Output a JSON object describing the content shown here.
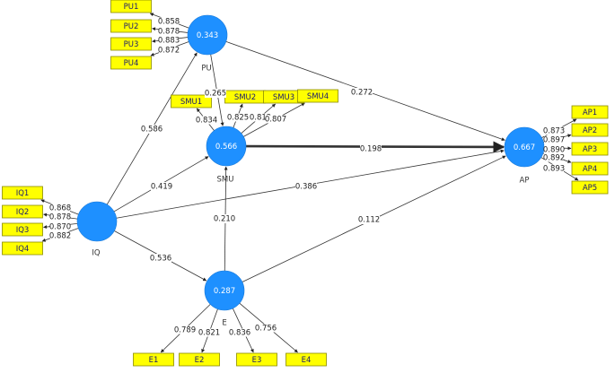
{
  "colors": {
    "latent_fill": "#1e90ff",
    "indicator_fill": "#ffff00",
    "indicator_border": "#8a8a00",
    "line": "#333333",
    "text": "#222222"
  },
  "latents": [
    {
      "id": "PU",
      "label": "PU",
      "value": "0.343"
    },
    {
      "id": "SMU",
      "label": "SMU",
      "value": "0.566"
    },
    {
      "id": "AP",
      "label": "AP",
      "value": "0.667"
    },
    {
      "id": "IQ",
      "label": "IQ",
      "value": ""
    },
    {
      "id": "E",
      "label": "E",
      "value": "0.287"
    }
  ],
  "indicators": [
    {
      "id": "PU1",
      "label": "PU1",
      "latent": "PU",
      "loading": "0.858"
    },
    {
      "id": "PU2",
      "label": "PU2",
      "latent": "PU",
      "loading": "0.878"
    },
    {
      "id": "PU3",
      "label": "PU3",
      "latent": "PU",
      "loading": "0.883"
    },
    {
      "id": "PU4",
      "label": "PU4",
      "latent": "PU",
      "loading": "0.872"
    },
    {
      "id": "SMU1",
      "label": "SMU1",
      "latent": "SMU",
      "loading": "0.834"
    },
    {
      "id": "SMU2",
      "label": "SMU2",
      "latent": "SMU",
      "loading": "0.825"
    },
    {
      "id": "SMU3",
      "label": "SMU3",
      "latent": "SMU",
      "loading": "0.812"
    },
    {
      "id": "SMU4",
      "label": "SMU4",
      "latent": "SMU",
      "loading": "0.807"
    },
    {
      "id": "AP1",
      "label": "AP1",
      "latent": "AP",
      "loading": "0.873"
    },
    {
      "id": "AP2",
      "label": "AP2",
      "latent": "AP",
      "loading": "0.897"
    },
    {
      "id": "AP3",
      "label": "AP3",
      "latent": "AP",
      "loading": "0.890"
    },
    {
      "id": "AP4",
      "label": "AP4",
      "latent": "AP",
      "loading": "0.892"
    },
    {
      "id": "AP5",
      "label": "AP5",
      "latent": "AP",
      "loading": "0.893"
    },
    {
      "id": "IQ1",
      "label": "IQ1",
      "latent": "IQ",
      "loading": "0.868"
    },
    {
      "id": "IQ2",
      "label": "IQ2",
      "latent": "IQ",
      "loading": "0.878"
    },
    {
      "id": "IQ3",
      "label": "IQ3",
      "latent": "IQ",
      "loading": "0.870"
    },
    {
      "id": "IQ4",
      "label": "IQ4",
      "latent": "IQ",
      "loading": "0.882"
    },
    {
      "id": "E1",
      "label": "E1",
      "latent": "E",
      "loading": "0.789"
    },
    {
      "id": "E2",
      "label": "E2",
      "latent": "E",
      "loading": "0.821"
    },
    {
      "id": "E3",
      "label": "E3",
      "latent": "E",
      "loading": "0.836"
    },
    {
      "id": "E4",
      "label": "E4",
      "latent": "E",
      "loading": "0.756"
    }
  ],
  "paths": [
    {
      "from": "IQ",
      "to": "PU",
      "coef": "0.586"
    },
    {
      "from": "IQ",
      "to": "SMU",
      "coef": "0.419"
    },
    {
      "from": "IQ",
      "to": "AP",
      "coef": "0.386"
    },
    {
      "from": "IQ",
      "to": "E",
      "coef": "0.536"
    },
    {
      "from": "PU",
      "to": "SMU",
      "coef": "0.265"
    },
    {
      "from": "PU",
      "to": "AP",
      "coef": "0.272"
    },
    {
      "from": "SMU",
      "to": "AP",
      "coef": "0.198",
      "emphasis": true
    },
    {
      "from": "E",
      "to": "SMU",
      "coef": "0.210"
    },
    {
      "from": "E",
      "to": "AP",
      "coef": "0.112"
    }
  ]
}
